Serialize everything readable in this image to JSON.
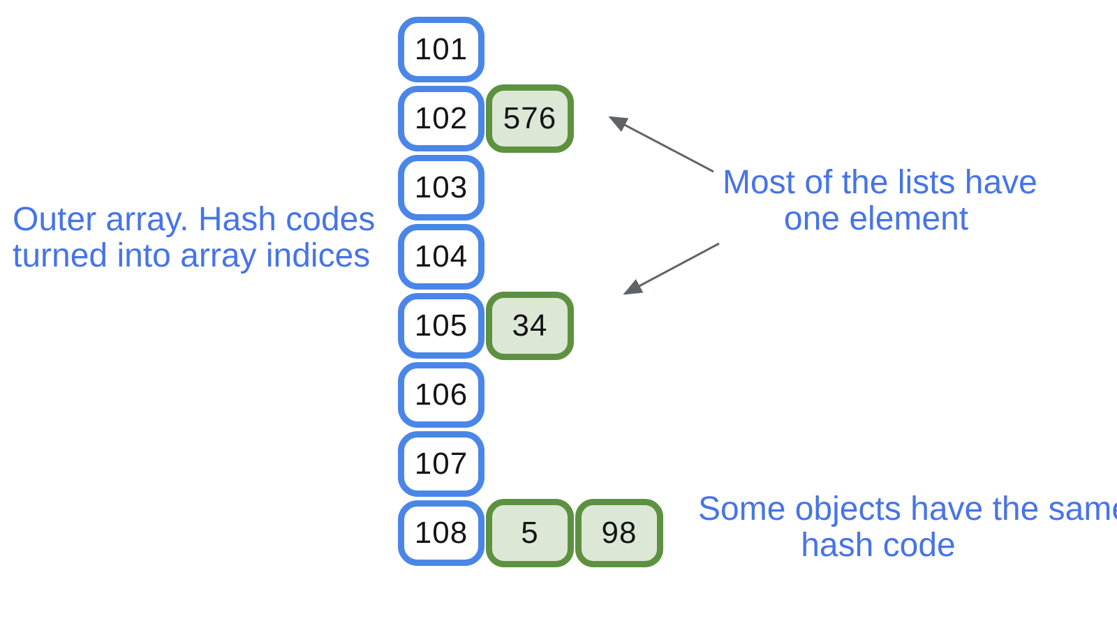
{
  "diagram": {
    "outer_array": {
      "rows": [
        {
          "index": "101",
          "values": []
        },
        {
          "index": "102",
          "values": [
            "576"
          ]
        },
        {
          "index": "103",
          "values": []
        },
        {
          "index": "104",
          "values": []
        },
        {
          "index": "105",
          "values": [
            "34"
          ]
        },
        {
          "index": "106",
          "values": []
        },
        {
          "index": "107",
          "values": []
        },
        {
          "index": "108",
          "values": [
            "5",
            "98"
          ]
        }
      ]
    },
    "labels": {
      "outer_array": {
        "line1": "Outer array. Hash codes",
        "line2": "turned into array indices"
      },
      "most_lists": {
        "line1": "Most of the lists have",
        "line2": "one element"
      },
      "same_hash": {
        "line1": "Some objects have the same",
        "line2": "hash code"
      }
    },
    "arrows": [
      {
        "from": "most-lists-label",
        "to_value": "576"
      },
      {
        "from": "most-lists-label",
        "to_value": "34"
      }
    ],
    "colors": {
      "array_border_blue": "#4a86e8",
      "element_border_green": "#5d9140",
      "element_fill_green": "#dde7d6",
      "label_text_blue": "#4674e8",
      "arrow_gray": "#5f6368",
      "number_text": "#141414",
      "background": "#ffffff"
    }
  }
}
